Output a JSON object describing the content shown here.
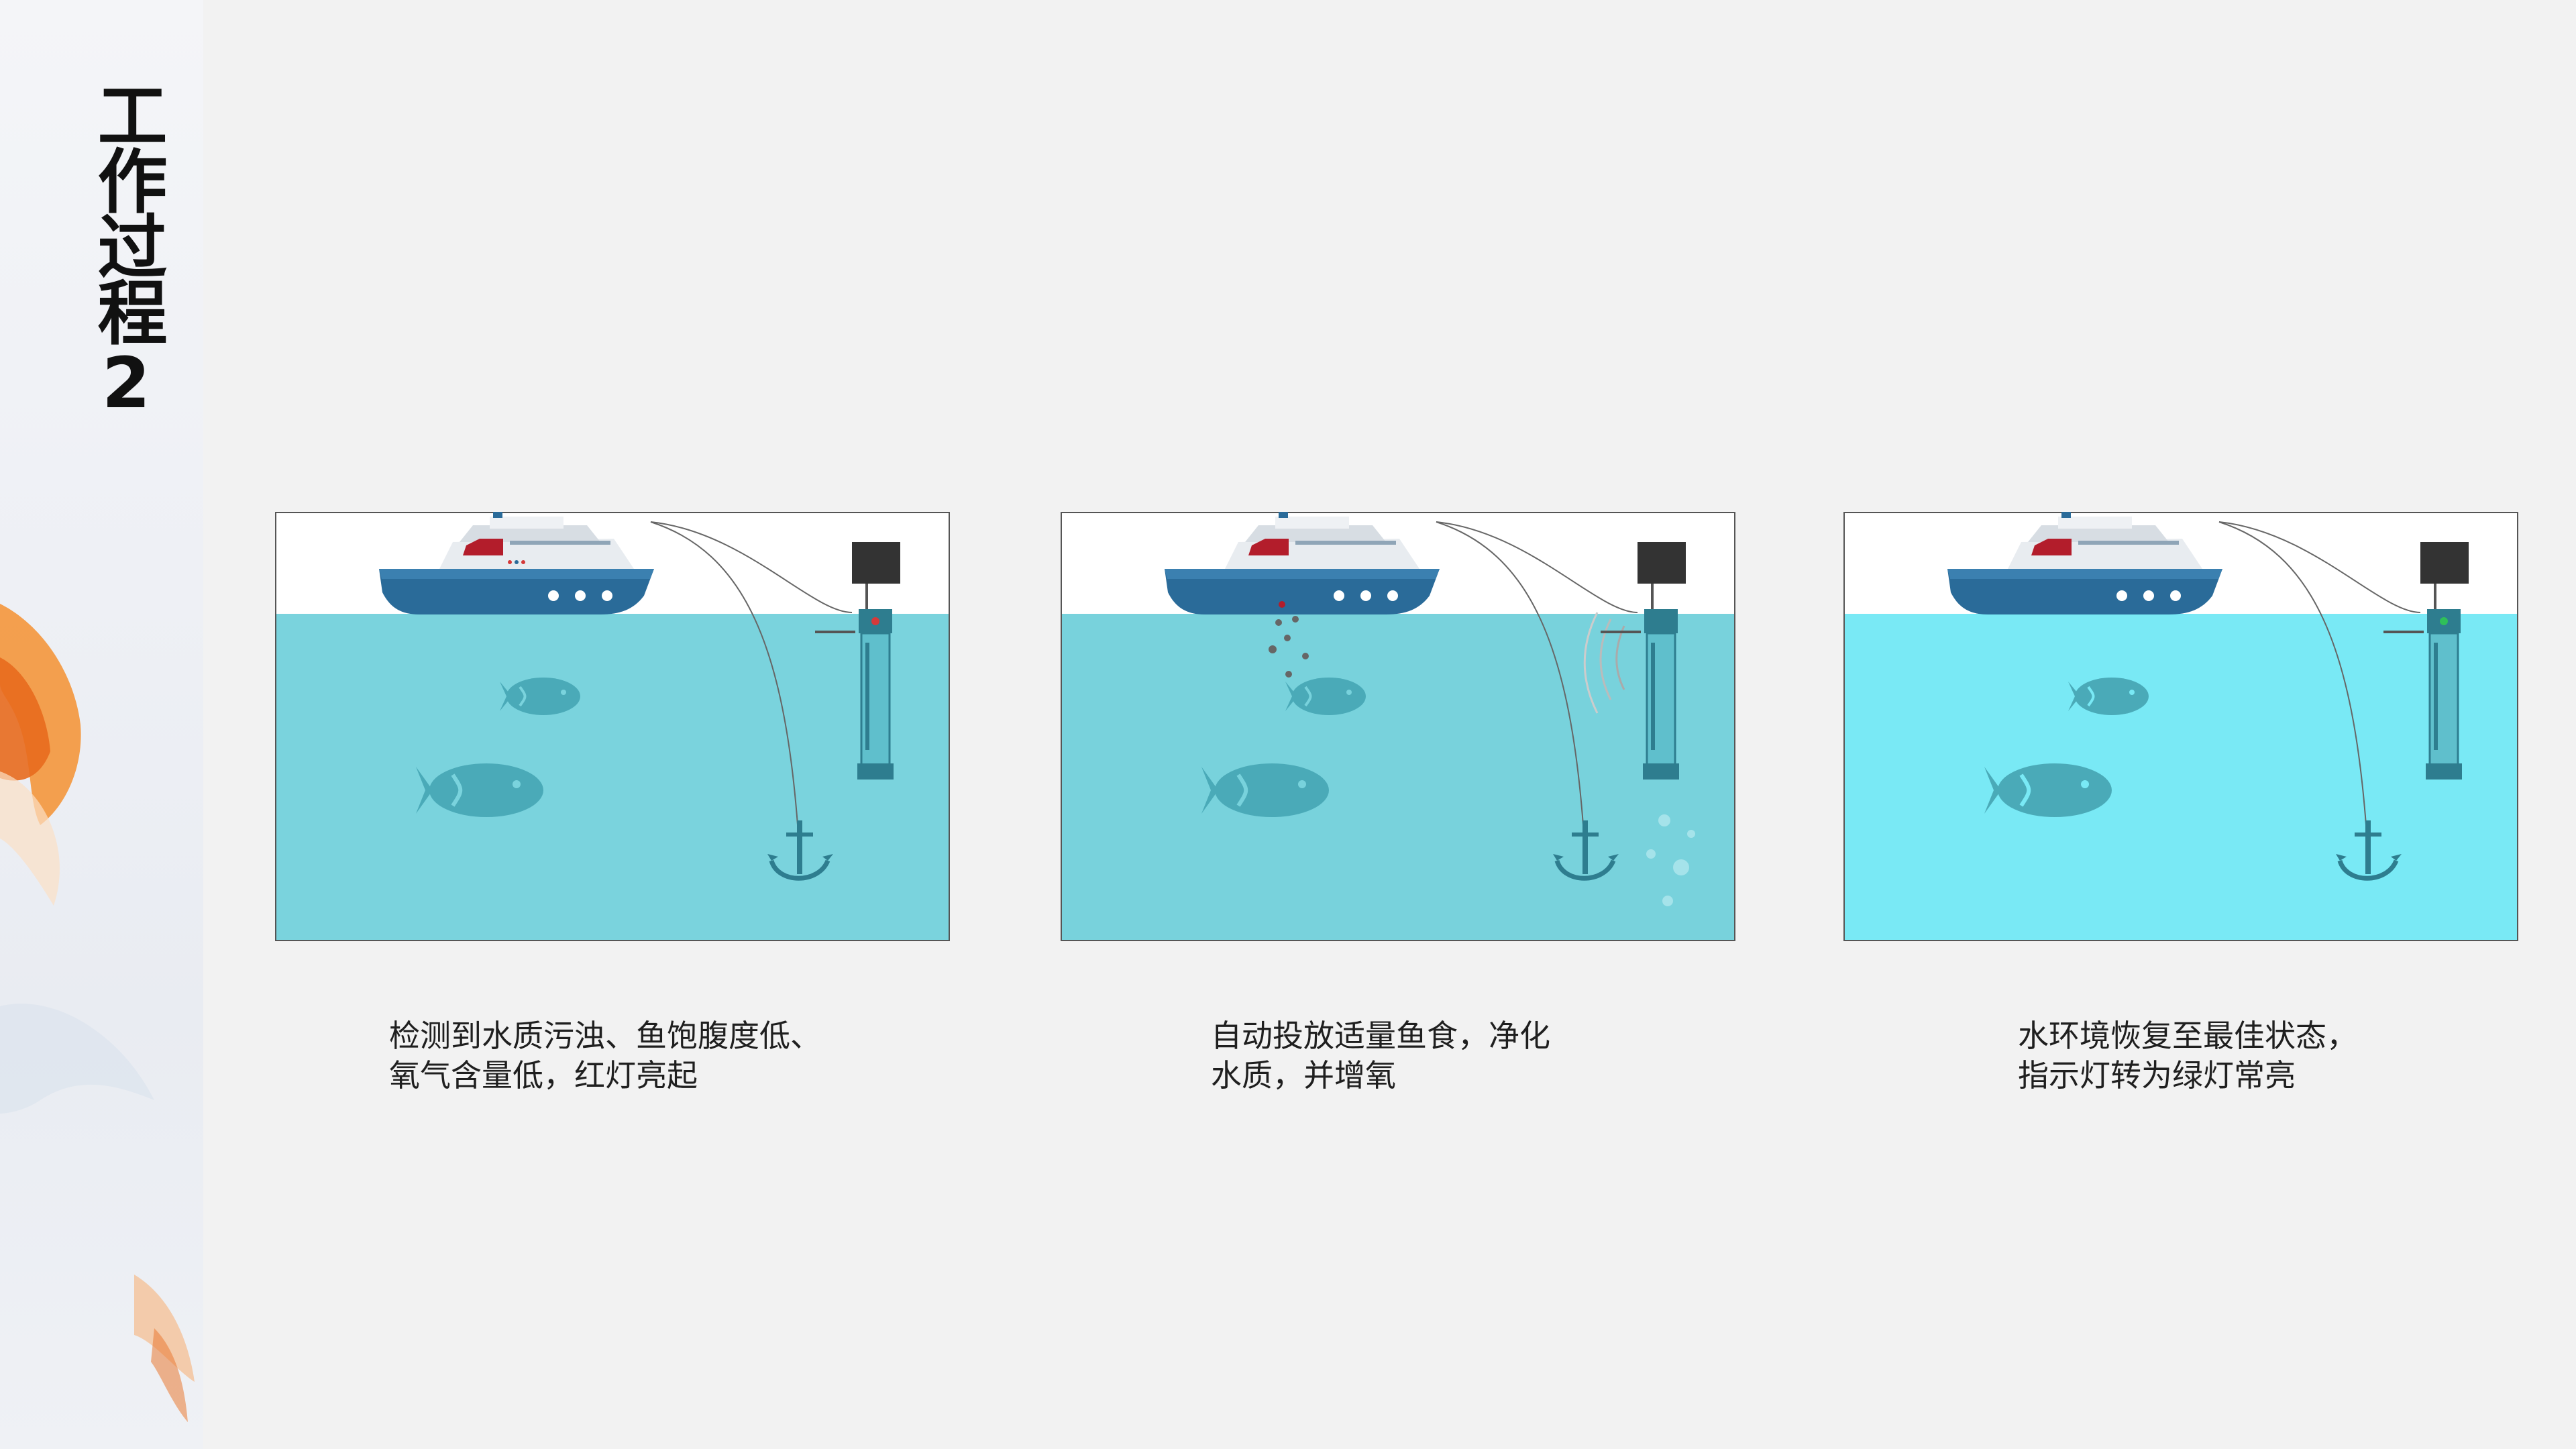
{
  "title": "工作过程2",
  "steps": [
    {
      "line1": "检测到水质污浊、鱼饱腹度低、",
      "line2": "氧气含量低，红灯亮起",
      "water_color": "#7ad3dd",
      "light": "red"
    },
    {
      "line1": "自动投放适量鱼食，净化",
      "line2": "水质，并增氧",
      "water_color": "#78d2dc",
      "light": "none"
    },
    {
      "line1": "水环境恢复至最佳状态，",
      "line2": "指示灯转为绿灯常亮",
      "water_color": "#79e9f5",
      "light": "green"
    }
  ],
  "colors": {
    "accent_red": "#d43a3a",
    "hull_blue": "#2a6b99",
    "fish": "#4aaab8",
    "anchor": "#2e7d8f"
  },
  "icons": [
    "boat-icon",
    "fish-icon",
    "anchor-icon",
    "sensor-device-icon",
    "food-pellets-icon",
    "bubbles-icon",
    "signal-waves-icon"
  ]
}
